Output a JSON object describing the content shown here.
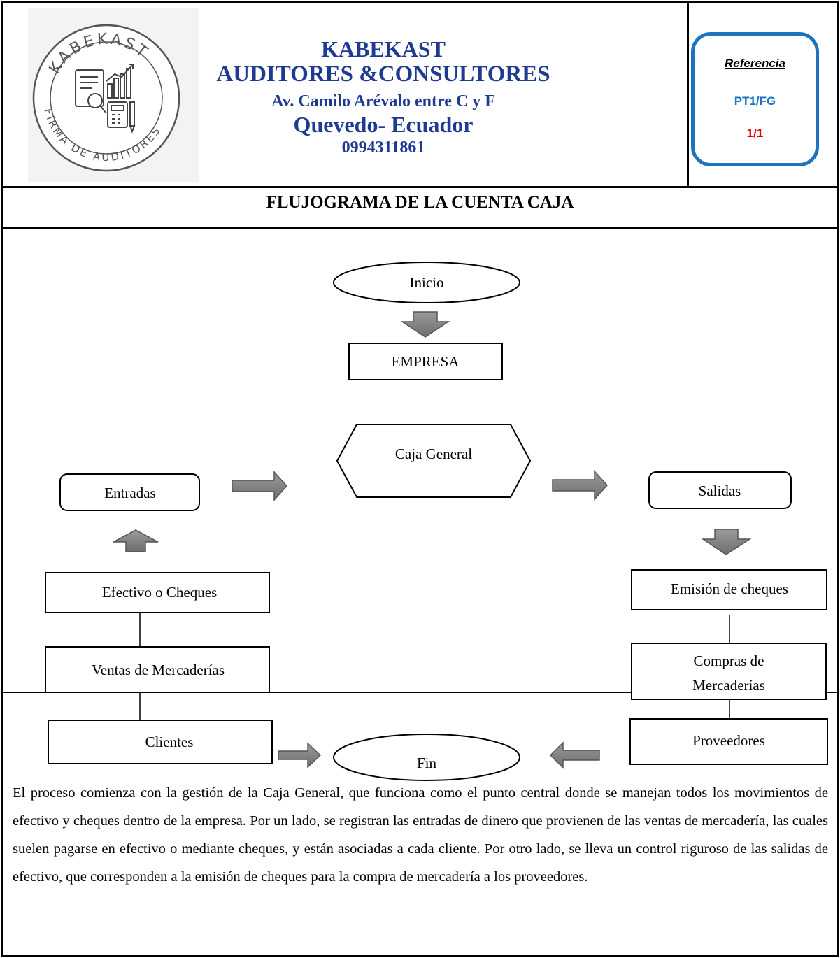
{
  "logo": {
    "arc_top": "KABEKAST",
    "arc_bottom": "FIRMA DE AUDITORES"
  },
  "header": {
    "company": "KABEKAST",
    "firm": "AUDITORES &CONSULTORES",
    "address": "Av. Camilo Arévalo entre C y F",
    "city": "Quevedo- Ecuador",
    "phone": "0994311861"
  },
  "reference": {
    "label": "Referencia",
    "code": "PT1/FG",
    "page": "1/1",
    "colors": {
      "border": "#1e73be",
      "code": "#1e73be",
      "page": "#e00000"
    }
  },
  "title": "FLUJOGRAMA DE LA CUENTA CAJA",
  "flowchart": {
    "start": "Inicio",
    "company": "EMPRESA",
    "cash": "Caja General",
    "inflows": "Entradas",
    "outflows": "Salidas",
    "cash_or_checks": "Efectivo o Cheques",
    "sales": "Ventas de Mercaderías",
    "clients": "Clientes",
    "checks_issued": "Emisión de cheques",
    "purchases_line1": "Compras de",
    "purchases_line2": "Mercaderías",
    "suppliers": "Proveedores",
    "end": "Fin"
  },
  "description": "El proceso comienza con la gestión de la Caja General, que funciona como el punto central donde se manejan todos los movimientos de efectivo y cheques dentro de la empresa. Por un lado, se registran las entradas de dinero que provienen de las ventas de mercadería, las cuales suelen pagarse en efectivo o mediante cheques, y están asociadas a cada cliente. Por otro lado, se lleva un control riguroso de las salidas de efectivo, que corresponden a la emisión de cheques para la compra de mercadería a los proveedores."
}
